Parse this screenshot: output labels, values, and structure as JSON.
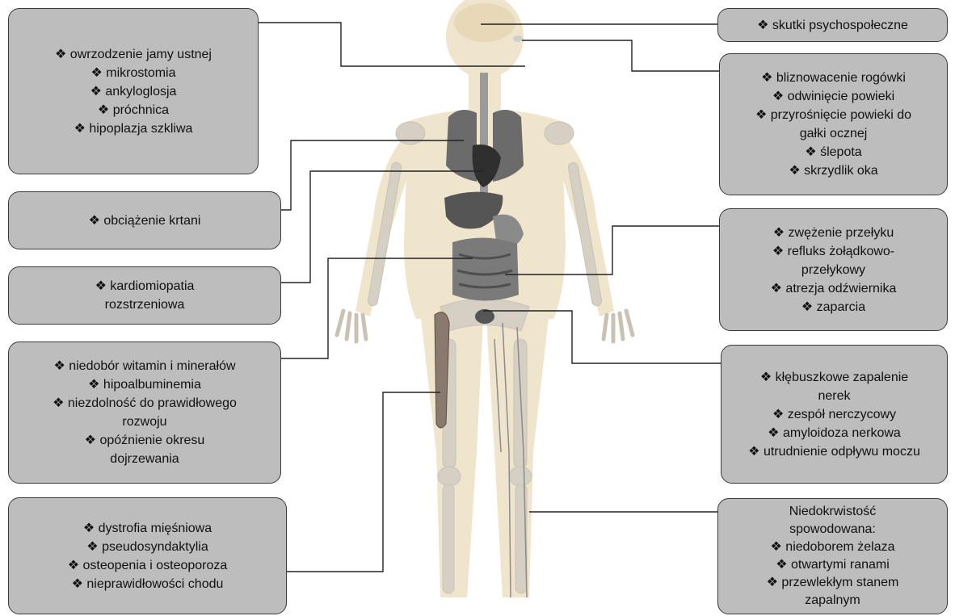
{
  "bullet": "❖",
  "colors": {
    "box_fill": "#bdbdbd",
    "box_border": "#3a3a3a",
    "connector": "#222222",
    "body_fill": "#efe4cc",
    "bone_fill": "#d6d0c4",
    "organ_fill": "#6b6b6b"
  },
  "boxes": {
    "oral": {
      "lines": [
        "❖ owrzodzenie jamy ustnej",
        "❖ mikrostomia",
        "❖ ankyloglosja",
        "❖ próchnica",
        "❖ hipoplazja szkliwa"
      ]
    },
    "larynx": {
      "lines": [
        "❖ obciążenie krtani"
      ]
    },
    "cardio": {
      "lines": [
        "❖ kardiomiopatia",
        "rozstrzeniowa"
      ]
    },
    "nutrition": {
      "lines": [
        "❖ niedobór witamin i minerałów",
        "❖ hipoalbuminemia",
        "❖ niezdolność do prawidłowego",
        "rozwoju",
        "❖ opóźnienie okresu",
        "dojrzewania"
      ]
    },
    "musculo": {
      "lines": [
        "❖ dystrofia mięśniowa",
        "❖ pseudosyndaktylia",
        "❖ osteopenia i osteoporoza",
        "❖ nieprawidłowości chodu"
      ]
    },
    "psycho": {
      "lines": [
        "❖ skutki psychospołeczne"
      ]
    },
    "eye": {
      "lines": [
        "❖ bliznowacenie rogówki",
        "❖ odwinięcie powieki",
        "❖ przyrośnięcie powieki do",
        "gałki ocznej",
        "❖ ślepota",
        "❖ skrzydlik oka"
      ]
    },
    "gi": {
      "lines": [
        "❖ zwężenie przełyku",
        "❖ refluks żołądkowo-",
        "przełykowy",
        "❖ atrezja odźwiernika",
        "❖ zaparcia"
      ]
    },
    "renal": {
      "lines": [
        "❖ kłębuszkowe zapalenie",
        "nerek",
        "❖ zespół nerczycowy",
        "❖ amyloidoza nerkowa",
        "❖ utrudnienie odpływu moczu"
      ]
    },
    "anemia": {
      "lines": [
        "Niedokrwistość",
        "spowodowana:",
        "❖ niedoborem żelaza",
        "❖ otwartymi ranami",
        "❖ przewlekłym stanem",
        "zapalnym"
      ]
    }
  }
}
